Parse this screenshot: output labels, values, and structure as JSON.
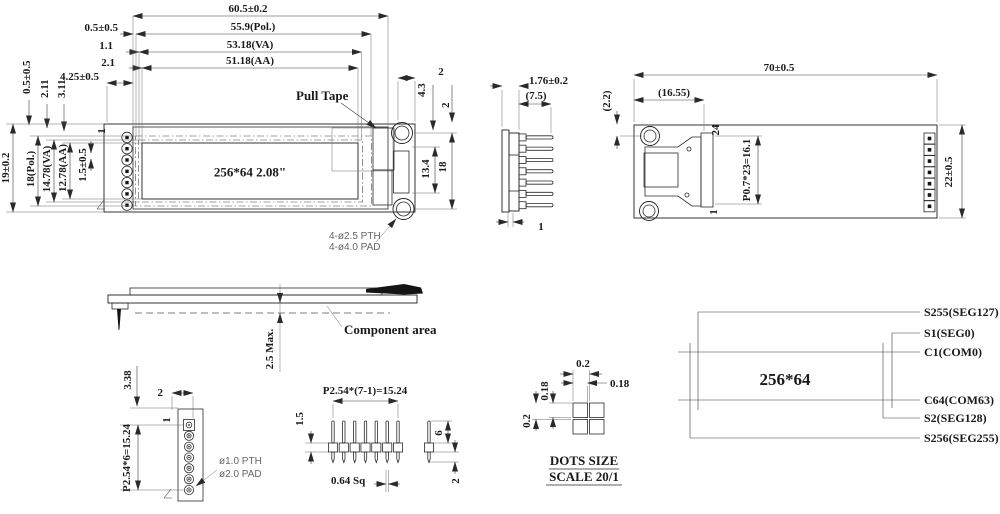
{
  "drawing": {
    "front": {
      "dim_60_5": "60.5±0.2",
      "dim_0_5t": "0.5±0.5",
      "dim_55_9": "55.9(Pol.)",
      "dim_1_1": "1.1",
      "dim_53_18": "53.18(VA)",
      "dim_2_1": "2.1",
      "dim_51_18": "51.18(AA)",
      "dim_4_25": "4.25±0.5",
      "dim_2_top": "2",
      "dim_4_3": "4.3",
      "dim_2_right": "2",
      "pull_tape": "Pull Tape",
      "dim_0_5l": "0.5±0.5",
      "dim_2_11": "2.11",
      "dim_3_11": "3.11",
      "dim_19": "19±0.2",
      "dim_18pol": "18(Pol.)",
      "dim_14_78": "14.78(VA)",
      "dim_12_78": "12.78(AA)",
      "dim_1_5": "1.5±0.5",
      "pin1": "1",
      "display_label": "256*64  2.08\"",
      "dim_13_4": "13.4",
      "dim_18": "18",
      "note_pth": "4-ø2.5 PTH",
      "note_pad": "4-ø4.0 PAD"
    },
    "side": {
      "dim_1_76": "1.76±0.2",
      "dim_7_5": "(7.5)",
      "dim_1": "1"
    },
    "back": {
      "dim_2_2": "(2.2)",
      "dim_70": "70±0.5",
      "dim_16_55": "(16.55)",
      "pin24": "24",
      "dim_p07": "P0.7*23=16.1",
      "pin1": "1",
      "dim_22": "22±0.5"
    },
    "profile": {
      "dim_2_5": "2.5 Max.",
      "component_area": "Component area"
    },
    "pth_detail": {
      "dim_3_38": "3.38",
      "dim_2": "2",
      "pin1": "1",
      "dim_p254": "P2.54*6=15.24",
      "note_pth": "ø1.0 PTH",
      "note_pad": "ø2.0 PAD"
    },
    "header_detail": {
      "dim_p254": "P2.54*(7-1)=15.24",
      "dim_1_5": "1.5",
      "dim_0_64": "0.64 Sq",
      "dim_6": "6",
      "dim_2": "2"
    },
    "dots": {
      "dim_0_2t": "0.2",
      "dim_0_18r": "0.18",
      "dim_0_18l": "0.18",
      "dim_0_2l": "0.2",
      "title": "DOTS SIZE",
      "scale": "SCALE 20/1"
    },
    "segcom": {
      "label": "256*64",
      "s255": "S255(SEG127)",
      "s1": "S1(SEG0)",
      "c1": "C1(COM0)",
      "c64": "C64(COM63)",
      "s2": "S2(SEG128)",
      "s256": "S256(SEG255)"
    }
  }
}
